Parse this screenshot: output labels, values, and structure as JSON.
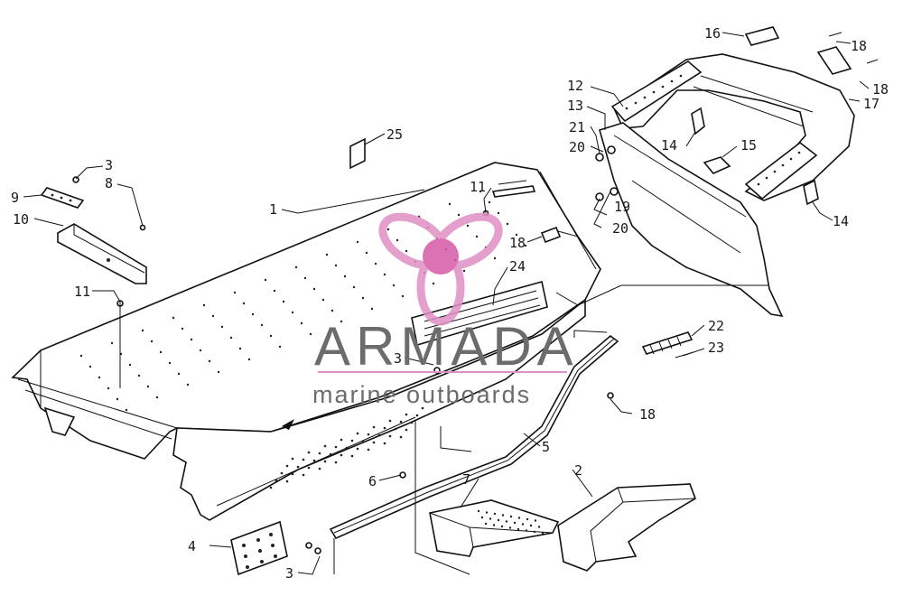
{
  "watermark": {
    "title": "ARMADA",
    "subtitle": "marine outboards",
    "logo_color": "#e08fc4",
    "logo_hub_color": "#d45aa8",
    "rule_color": "#e08fc4"
  },
  "callouts": {
    "c1": "1",
    "c2": "2",
    "c3a": "3",
    "c3b": "3",
    "c3c": "3",
    "c4": "4",
    "c5": "5",
    "c6": "6",
    "c7": "7",
    "c8": "8",
    "c9": "9",
    "c10": "10",
    "c11a": "11",
    "c11b": "11",
    "c12": "12",
    "c13": "13",
    "c14a": "14",
    "c14b": "14",
    "c15": "15",
    "c16": "16",
    "c17": "17",
    "c18a": "18",
    "c18b": "18",
    "c18c": "18",
    "c18d": "18",
    "c19": "19",
    "c20a": "20",
    "c20b": "20",
    "c21": "21",
    "c22": "22",
    "c23": "23",
    "c24": "24",
    "c25": "25"
  }
}
